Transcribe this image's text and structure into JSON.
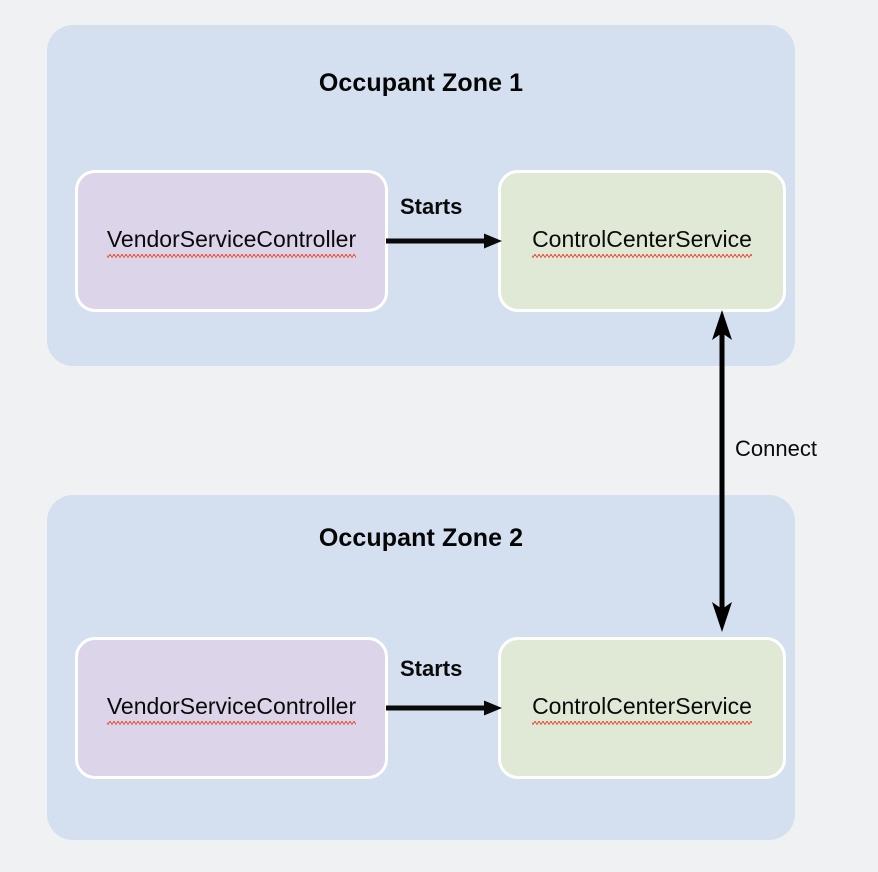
{
  "diagram": {
    "type": "architecture-diagram",
    "background_color": "#f0f1f3",
    "zones": [
      {
        "id": "occupant-zone-1",
        "title": "Occupant Zone 1",
        "fill_color": "#d4e0f0",
        "nodes": [
          {
            "id": "vendor-service-controller-1",
            "label": "VendorServiceController",
            "fill_color": "#dcd4e8",
            "spellcheck_underline": true
          },
          {
            "id": "control-center-service-1",
            "label": "ControlCenterService",
            "fill_color": "#dfe9d5",
            "spellcheck_underline": true
          }
        ],
        "edge": {
          "label": "Starts",
          "from": "vendor-service-controller-1",
          "to": "control-center-service-1",
          "direction": "right",
          "bold": true
        }
      },
      {
        "id": "occupant-zone-2",
        "title": "Occupant Zone 2",
        "fill_color": "#d4e0f0",
        "nodes": [
          {
            "id": "vendor-service-controller-2",
            "label": "VendorServiceController",
            "fill_color": "#dcd4e8",
            "spellcheck_underline": true
          },
          {
            "id": "control-center-service-2",
            "label": "ControlCenterService",
            "fill_color": "#dfe9d5",
            "spellcheck_underline": true
          }
        ],
        "edge": {
          "label": "Starts",
          "from": "vendor-service-controller-2",
          "to": "control-center-service-2",
          "direction": "right",
          "bold": true
        }
      }
    ],
    "cross_zone_edge": {
      "label": "Connect",
      "from": "control-center-service-2",
      "to": "control-center-service-1",
      "direction": "bidirectional",
      "bold": false,
      "stroke_color": "#000000"
    }
  }
}
